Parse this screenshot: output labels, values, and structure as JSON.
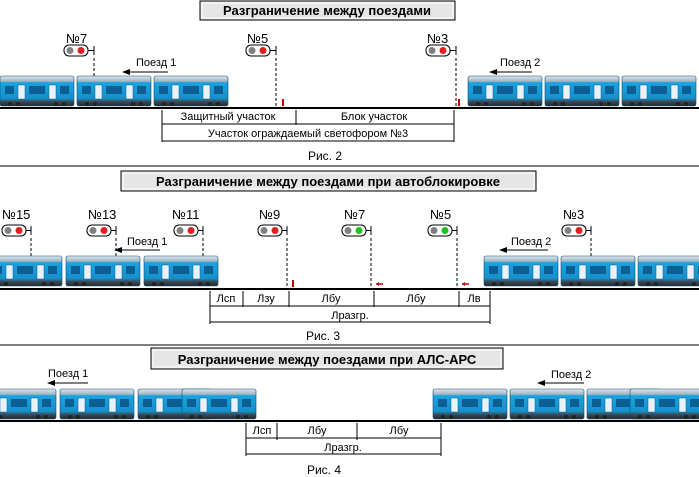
{
  "fig2": {
    "title": "Разграничение между поездами",
    "signals": [
      "№7",
      "№5",
      "№3"
    ],
    "train1": "Поезд 1",
    "train2": "Поезд 2",
    "protective": "Защитный участок",
    "block": "Блок участок",
    "guarded": "Участок ограждаемый светофором №3",
    "caption": "Рис. 2"
  },
  "fig3": {
    "title": "Разграничение между поездами при автоблокировке",
    "signals": [
      "№15",
      "№13",
      "№11",
      "№9",
      "№7",
      "№5",
      "№3"
    ],
    "train1": "Поезд 1",
    "train2": "Поезд 2",
    "segments": [
      "Лсп",
      "Лзу",
      "Лбу",
      "Лбу",
      "Лв"
    ],
    "total": "Лразгр.",
    "caption": "Рис. 3"
  },
  "fig4": {
    "title": "Разграничение между поездами при АЛС-АРС",
    "train1": "Поезд 1",
    "train2": "Поезд 2",
    "segments": [
      "Лсп",
      "Лбу",
      "Лбу"
    ],
    "total": "Лразгр.",
    "caption": "Рис. 4"
  },
  "colors": {
    "train_body": "#1aa3e0",
    "train_roof": "#d8dde2",
    "signal_red": "#e02020",
    "signal_green": "#20c020",
    "signal_off": "#808080",
    "title_bg": "#e6e6e6"
  }
}
